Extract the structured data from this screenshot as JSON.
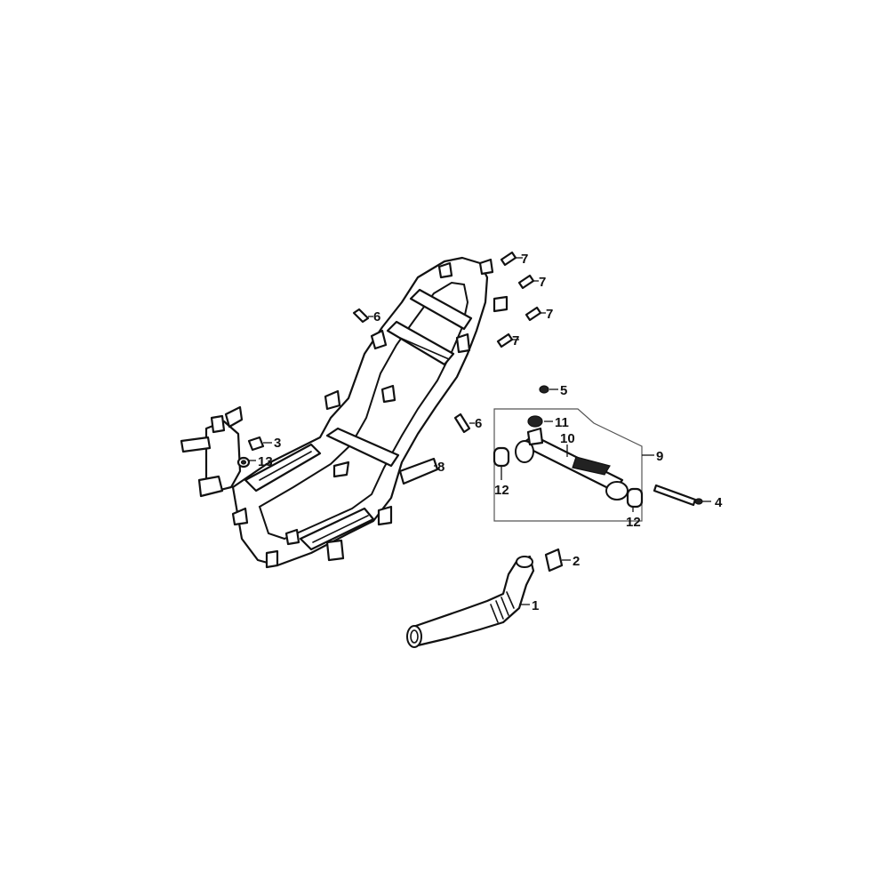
{
  "callouts": [
    {
      "id": "p1",
      "label": "1"
    },
    {
      "id": "p2",
      "label": "2"
    },
    {
      "id": "p3",
      "label": "3"
    },
    {
      "id": "p4",
      "label": "4"
    },
    {
      "id": "p5",
      "label": "5"
    },
    {
      "id": "p6a",
      "label": "6"
    },
    {
      "id": "p6b",
      "label": "6"
    },
    {
      "id": "p7a",
      "label": "7"
    },
    {
      "id": "p7b",
      "label": "7"
    },
    {
      "id": "p7c",
      "label": "7"
    },
    {
      "id": "p7d",
      "label": "7"
    },
    {
      "id": "p8",
      "label": "8"
    },
    {
      "id": "p9",
      "label": "9"
    },
    {
      "id": "p10",
      "label": "10"
    },
    {
      "id": "p11",
      "label": "11"
    },
    {
      "id": "p12a",
      "label": "12"
    },
    {
      "id": "p12b",
      "label": "12"
    },
    {
      "id": "p13",
      "label": "13"
    }
  ]
}
